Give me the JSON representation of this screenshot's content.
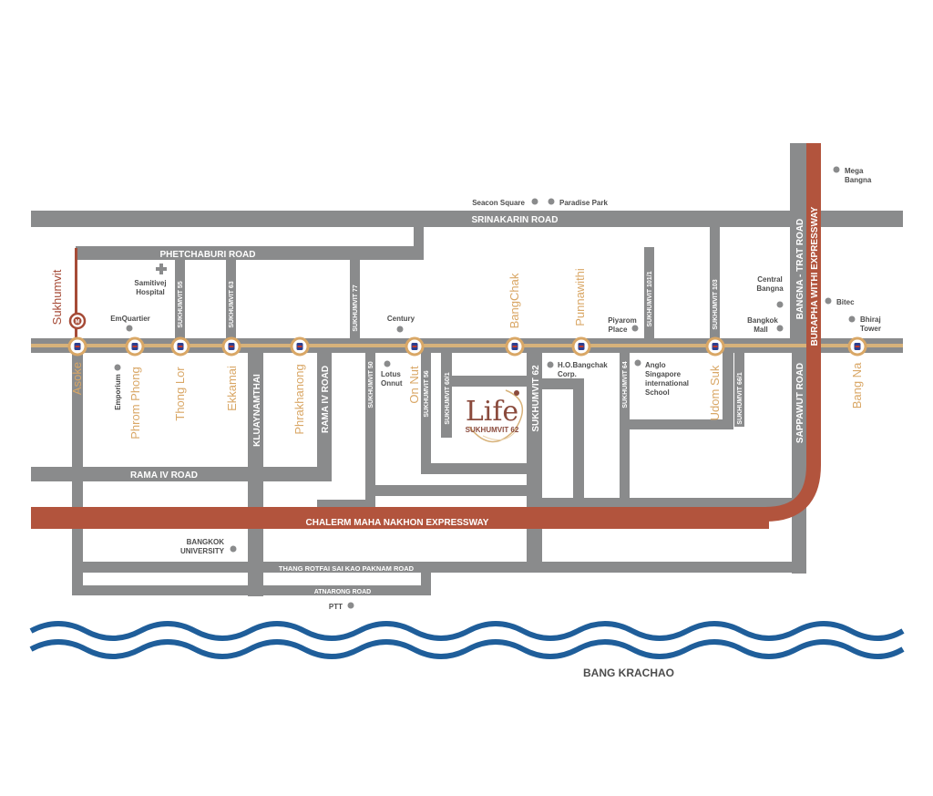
{
  "colors": {
    "road": "#8a8b8c",
    "bts_line": "#d7b27a",
    "expressway": "#b2543d",
    "river": "#1f5e9a",
    "station_ring": "#d9a766",
    "poi_dot": "#8a8b8c"
  },
  "roads": {
    "srinakarin": "SRINAKARIN ROAD",
    "phetchaburi": "PHETCHABURI ROAD",
    "rama4": "RAMA IV ROAD",
    "rama4_vertical": "RAMA IV ROAD",
    "kluaynamthai": "KLUAYNAMTHAI",
    "sukhumvit62": "SUKHUMVIT 62",
    "sappawut": "SAPPAWUT ROAD",
    "bangna_trat": "BANGNA - TRAT ROAD",
    "burapha": "BURAPHA WITHI EXPRESSWAY",
    "chalerm": "CHALERM MAHA NAKHON EXPRESSWAY",
    "thang_rotfai": "THANG ROTFAI SAI KAO PAKNAM ROAD",
    "atnarong": "ATNARONG ROAD"
  },
  "sois": {
    "s55": "SUKHUMVIT 55",
    "s63": "SUKHUMVIT 63",
    "s77": "SUKHUMVIT 77",
    "s50": "SUKHUMVIT 50",
    "s56": "SUKHUMVIT 56",
    "s60_1": "SUKHUMVIT 60/1",
    "s64": "SUKHUMVIT 64",
    "s101_1": "SUKHUMVIT 101/1",
    "s103": "SUKHUMVIT 103",
    "s66_1": "SUKHUMVIT 66/1"
  },
  "stations": {
    "asoke": "Asoke",
    "phrom_phong": "Phrom Phong",
    "thong_lor": "Thong Lor",
    "ekkamai": "Ekkamai",
    "phrakhanong": "Phrakhanong",
    "on_nut": "On Nut",
    "bangchak": "BangChak",
    "punnawithi": "Punnawithi",
    "udom_suk": "Udom Suk",
    "bang_na": "Bang Na"
  },
  "mrt": {
    "sukhumvit": "Sukhumvit"
  },
  "pois": {
    "seacon": "Seacon Square",
    "paradise": "Paradise Park",
    "mega_line1": "Mega",
    "mega_line2": "Bangna",
    "samitivej_line1": "Samitivej",
    "samitivej_line2": "Hospital",
    "emquartier": "EmQuartier",
    "emporium": "Emporium",
    "century": "Century",
    "lotus_line1": "Lotus",
    "lotus_line2": "Onnut",
    "hobangchak_line1": "H.O.Bangchak",
    "hobangchak_line2": "Corp.",
    "piyarom_line1": "Piyarom",
    "piyarom_line2": "Place",
    "anglo_line1": "Anglo",
    "anglo_line2": "Singapore",
    "anglo_line3": "international",
    "anglo_line4": "School",
    "central_line1": "Central",
    "central_line2": "Bangna",
    "bangkok_mall_line1": "Bangkok",
    "bangkok_mall_line2": "Mall",
    "bitec": "Bitec",
    "bhiraj_line1": "Bhiraj",
    "bhiraj_line2": "Tower",
    "bu_line1": "BANGKOK",
    "bu_line2": "UNIVERSITY",
    "ptt": "PTT"
  },
  "area": {
    "bang_krachao": "BANG KRACHAO"
  },
  "logo": {
    "name": "Life",
    "sub": "SUKHUMVIT 62"
  }
}
